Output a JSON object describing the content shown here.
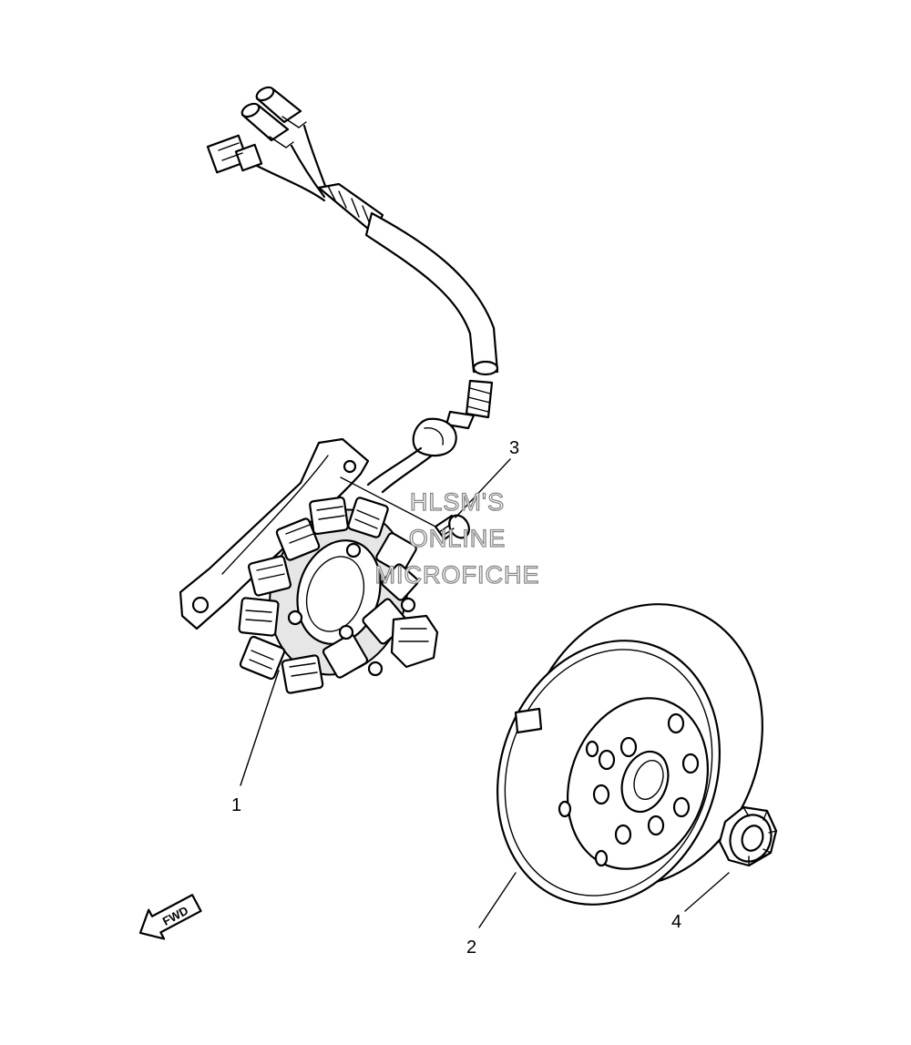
{
  "callouts": [
    {
      "id": "1",
      "text": "1",
      "part": "stator-assembly"
    },
    {
      "id": "2",
      "text": "2",
      "part": "rotor-flywheel"
    },
    {
      "id": "3",
      "text": "3",
      "part": "screw"
    },
    {
      "id": "4",
      "text": "4",
      "part": "nut"
    }
  ],
  "direction_badge": "FWD",
  "watermark": {
    "line1": "HLSM'S",
    "line2": "ONLINE",
    "line3": "MICROFICHE"
  },
  "colors": {
    "ink": "#000000",
    "background": "#ffffff",
    "watermark_outline": "#888888"
  }
}
